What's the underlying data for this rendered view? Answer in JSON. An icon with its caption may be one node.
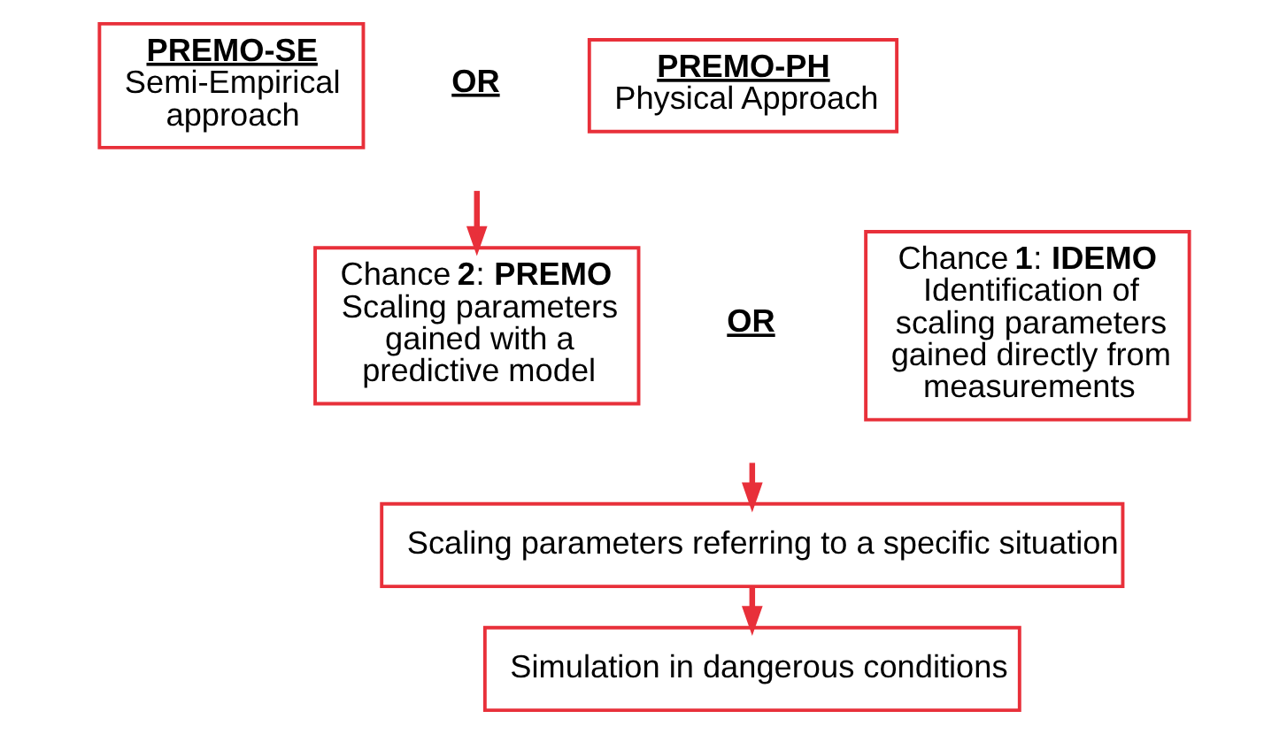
{
  "diagram": {
    "nodes": [
      {
        "text": [
          "PREMO-SE",
          "Semi-Empirical approach"
        ]
      },
      {
        "text": [
          "PREMO-PH",
          "Physical Approach"
        ]
      },
      {
        "text": [
          "Chance **2**: **PREMO**",
          "Scaling parameters gained with a predictive model"
        ]
      },
      {
        "text": [
          "Chance **1**: **IDEMO**",
          "Identification of scaling parameters gained directly from measurements"
        ]
      },
      {
        "text": [
          "Scaling parameters referring to a specific situation"
        ]
      },
      {
        "text": [
          "Simulation in dangerous conditions"
        ]
      }
    ],
    "edges": [
      {
        "from": null,
        "to": 2,
        "arrow": "to"
      },
      {
        "from": null,
        "to": 4,
        "arrow": "to"
      },
      {
        "from": 4,
        "to": 5,
        "arrow": "to"
      }
    ],
    "labels": [
      "OR",
      "OR"
    ]
  }
}
